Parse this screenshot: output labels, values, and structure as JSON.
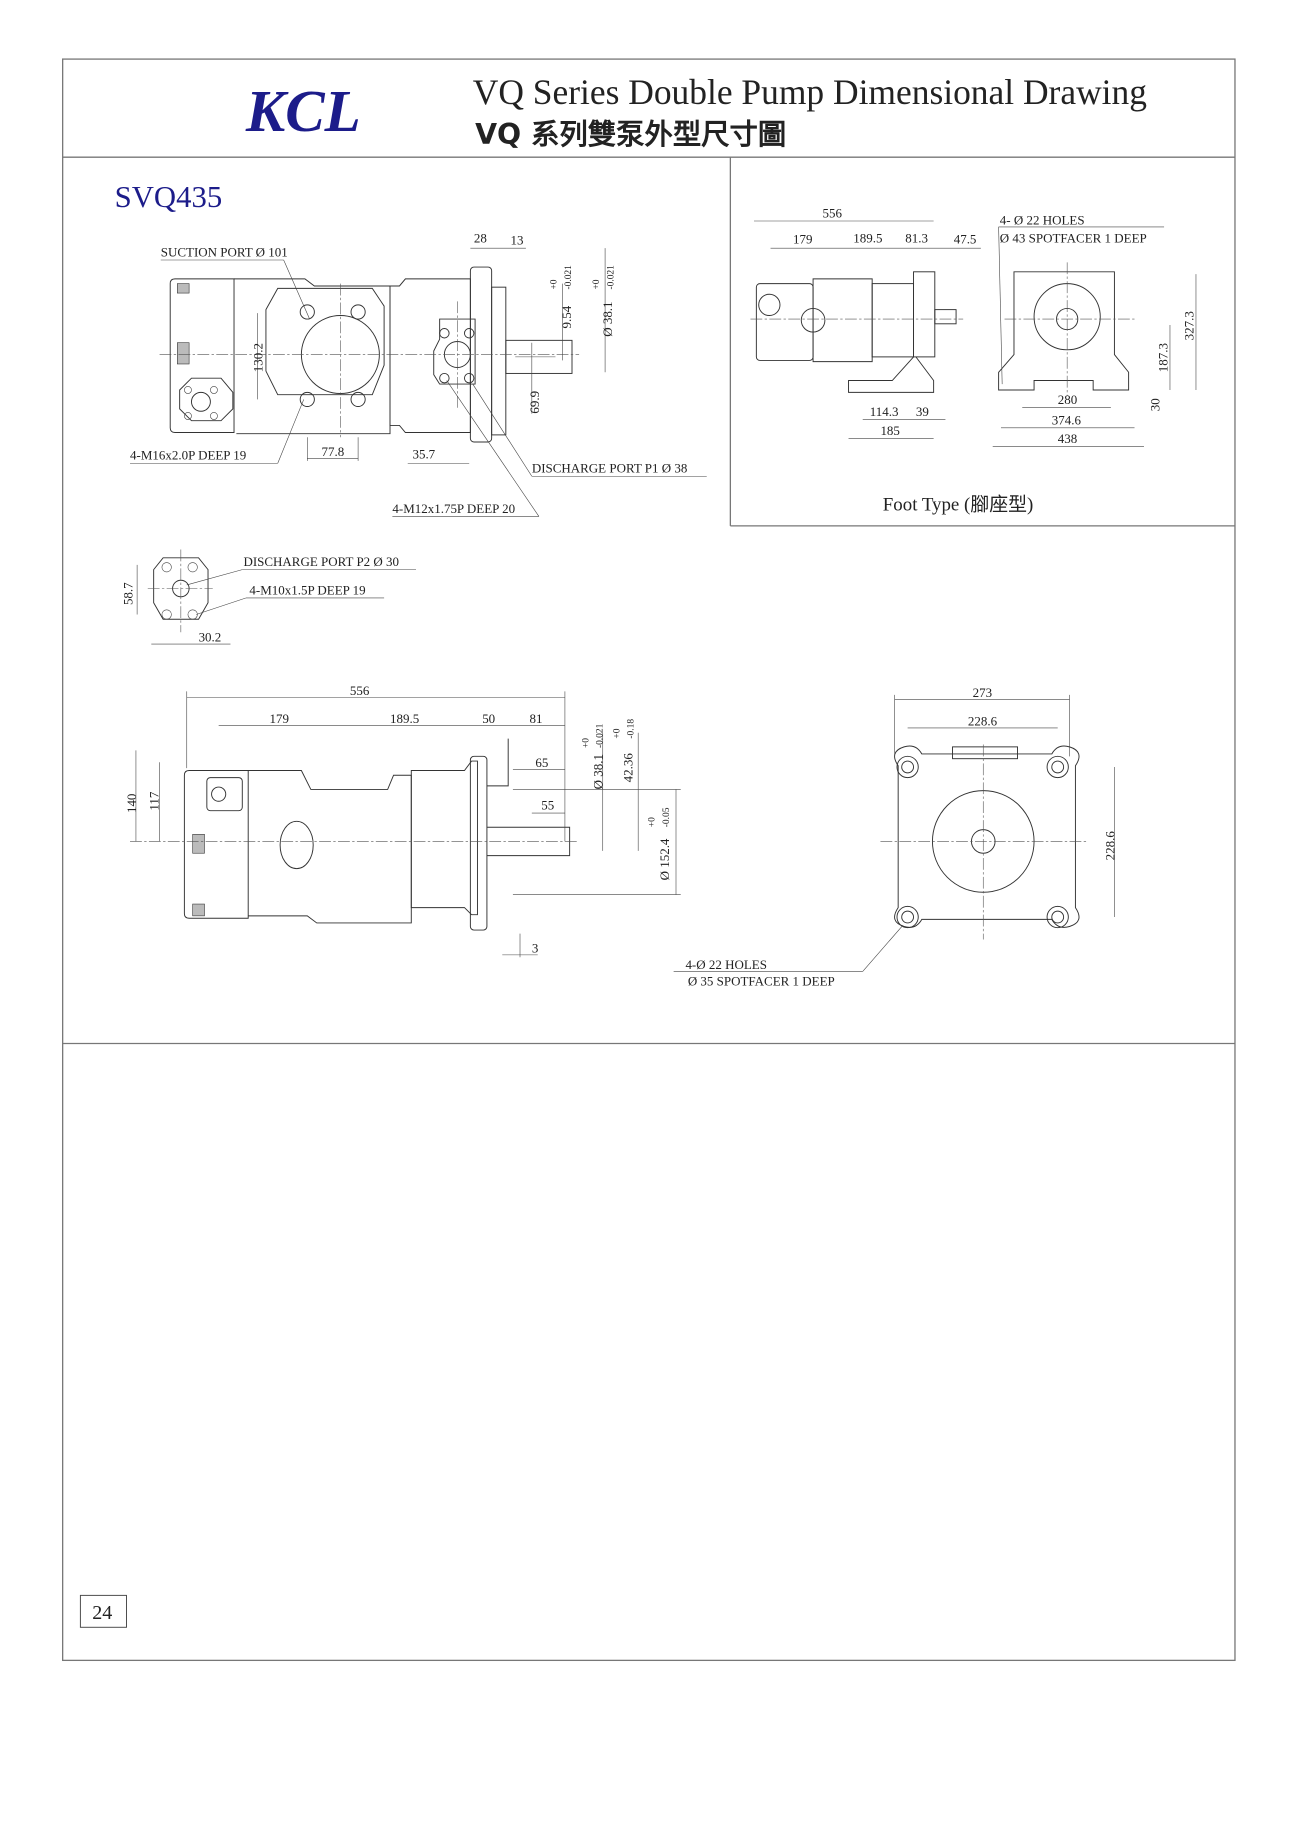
{
  "header": {
    "logo": "KCL",
    "title_en": "VQ Series Double  Pump Dimensional Drawing",
    "title_zh": "VQ 系列雙泵外型尺寸圖",
    "brand_color": "#1c1c8a"
  },
  "model": "SVQ435",
  "side_view": {
    "suction_port": "SUCTION PORT Ø 101",
    "dim_28": "28",
    "dim_13": "13",
    "tol_954": [
      "+0",
      "-0.021"
    ],
    "dim_954": "9.54",
    "tol_381": [
      "+0",
      "-0.021"
    ],
    "dim_381": "Ø 38.1",
    "dim_1302": "130.2",
    "dim_699": "69.9",
    "thread_m16": "4-M16x2.0P DEEP 19",
    "dim_778": "77.8",
    "dim_357": "35.7",
    "discharge_p1": "DISCHARGE PORT P1 Ø 38",
    "thread_m12": "4-M12x1.75P DEEP 20"
  },
  "foot_type": {
    "label": "Foot Type (腳座型)",
    "dim_556": "556",
    "dim_179": "179",
    "dim_1895": "189.5",
    "dim_813": "81.3",
    "dim_475": "47.5",
    "holes": "4- Ø 22 HOLES",
    "spotface": "Ø 43 SPOTFACER 1 DEEP",
    "dim_3273": "327.3",
    "dim_1873": "187.3",
    "dim_30": "30",
    "dim_280": "280",
    "dim_3746": "374.6",
    "dim_438": "438",
    "dim_1143": "114.3",
    "dim_39": "39",
    "dim_185": "185"
  },
  "p2_port": {
    "discharge_p2": "DISCHARGE PORT P2 Ø 30",
    "thread_m10": "4-M10x1.5P DEEP 19",
    "dim_587": "58.7",
    "dim_302": "30.2"
  },
  "top_view": {
    "dim_556": "556",
    "dim_179": "179",
    "dim_1895": "189.5",
    "dim_50": "50",
    "dim_81": "81",
    "dim_65": "65",
    "dim_55": "55",
    "dim_140": "140",
    "dim_117": "117",
    "dim_381": "Ø 38.1",
    "tol_381": [
      "+0",
      "-0.021"
    ],
    "dim_4236": "42.36",
    "tol_4236": [
      "+0",
      "-0.18"
    ],
    "dim_1524": "Ø 152.4",
    "tol_1524": [
      "+0",
      "-0.05"
    ],
    "dim_3": "3"
  },
  "end_view": {
    "dim_273": "273",
    "dim_2286_h": "228.6",
    "dim_2286_v": "228.6",
    "holes": "4-Ø 22 HOLES",
    "spotface": "Ø 35 SPOTFACER 1 DEEP"
  },
  "page_number": "24"
}
